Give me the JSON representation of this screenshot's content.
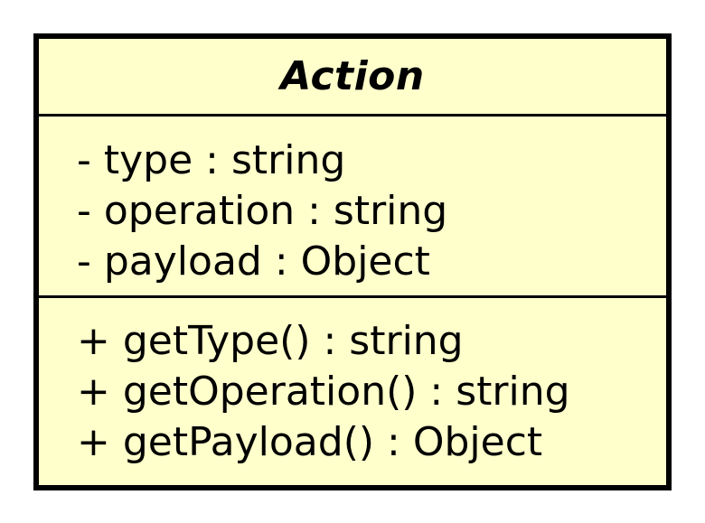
{
  "class_box": {
    "name": "Action",
    "fill_color": "#ffffcc",
    "border_color": "#000000",
    "attributes": [
      "- type : string",
      "- operation : string",
      "- payload : Object"
    ],
    "methods": [
      "+ getType() : string",
      "+ getOperation() : string",
      "+ getPayload() : Object"
    ]
  }
}
